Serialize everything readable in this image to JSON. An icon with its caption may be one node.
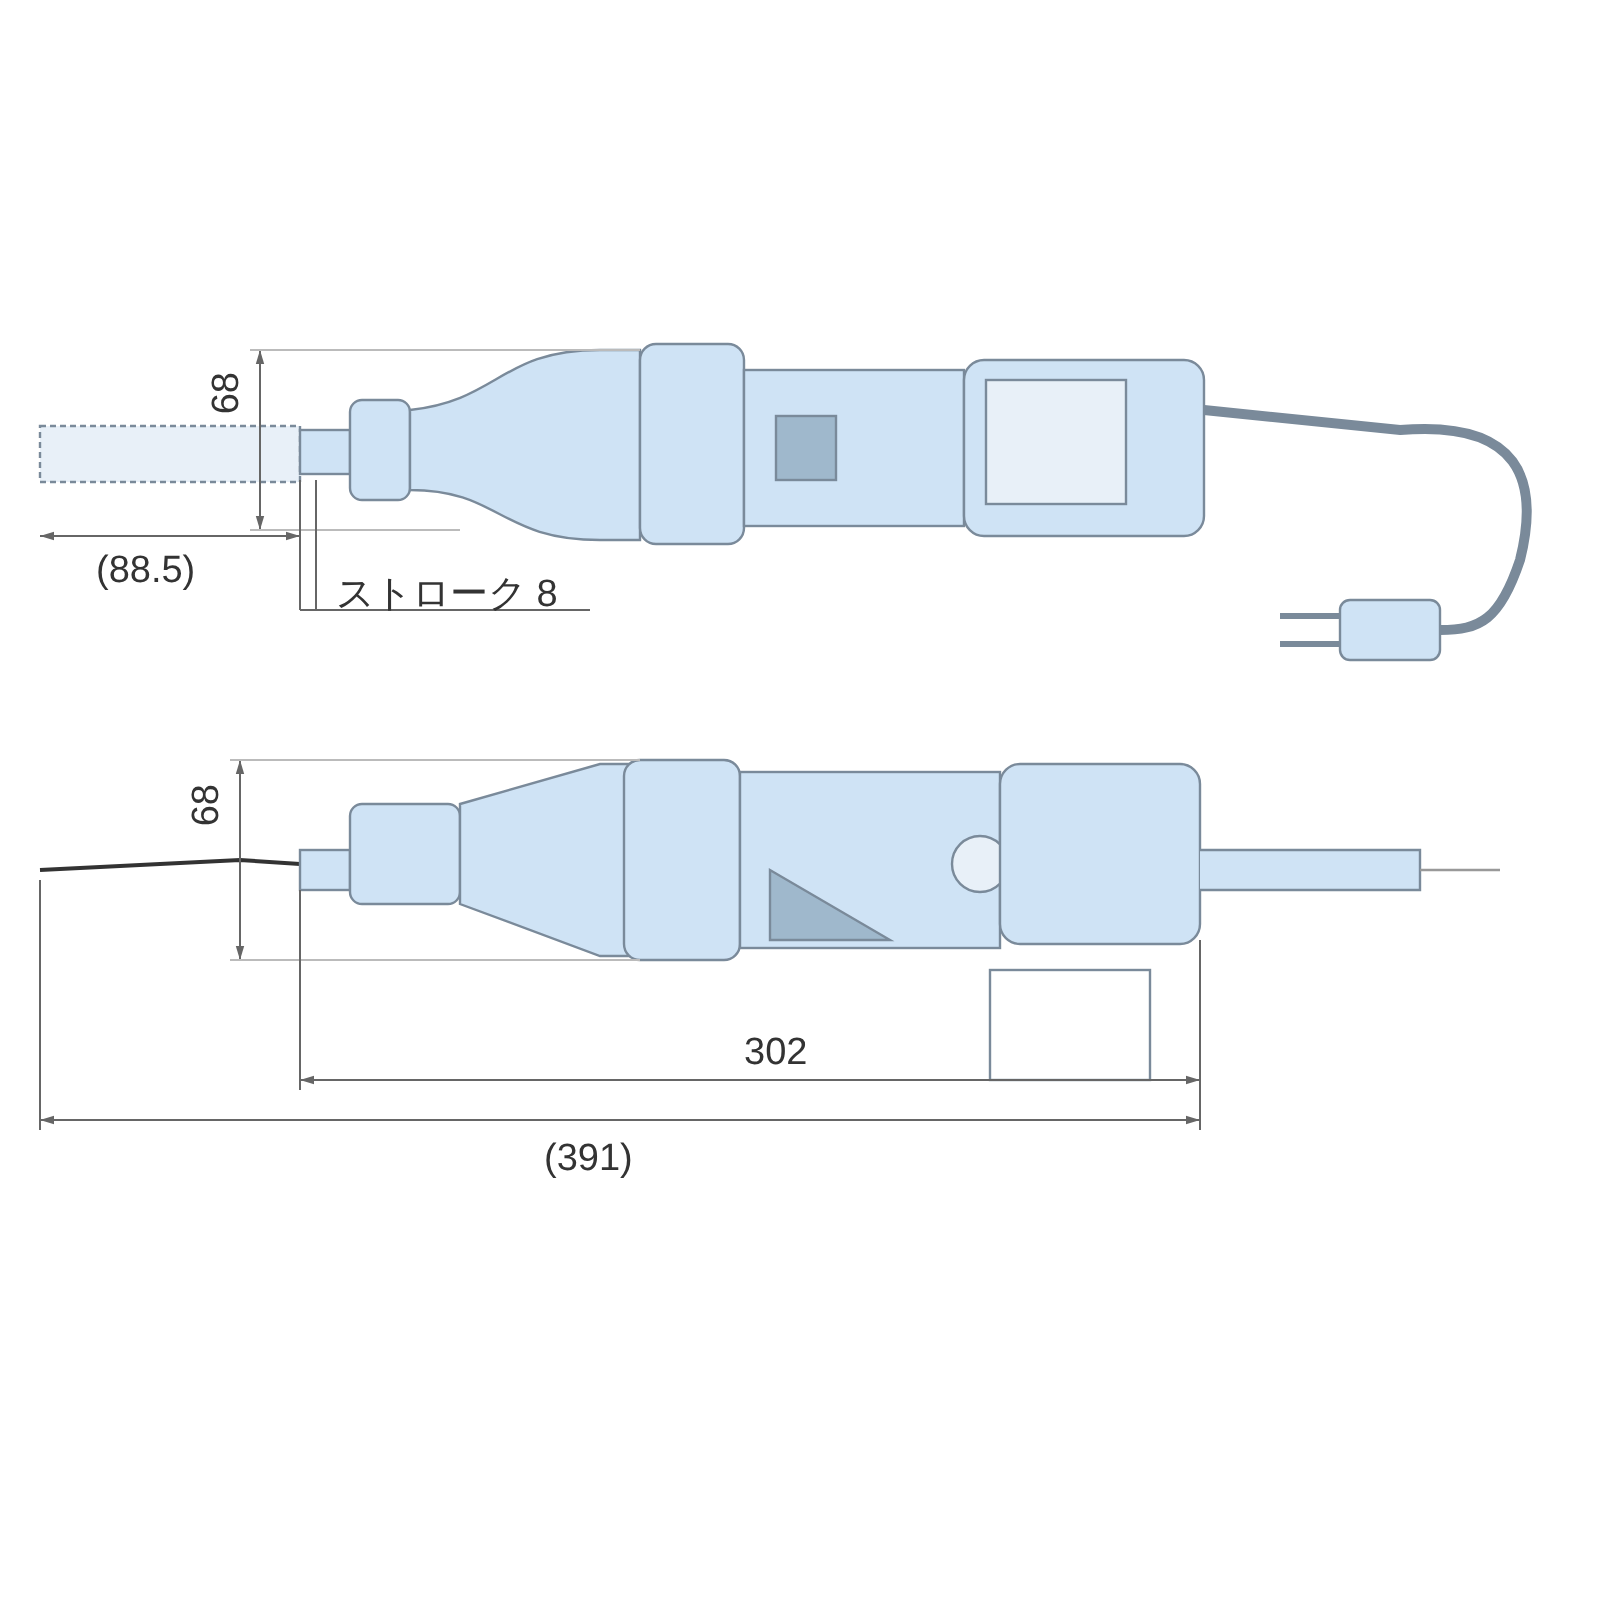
{
  "diagram": {
    "labels": [
      "68",
      "(88.5)",
      "ストローク 8",
      "68",
      "302",
      "(391)"
    ]
  }
}
